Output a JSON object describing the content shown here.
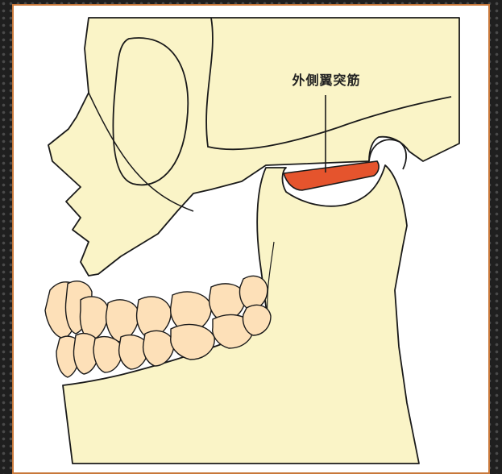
{
  "annotation": {
    "label": "外側翼突筋"
  },
  "colors": {
    "bone": "#faf4c7",
    "tooth": "#fde0b8",
    "muscle": "#e5542d",
    "outline": "#1a1a1a",
    "frame_border": "#c8783a"
  },
  "icons": {
    "skull": "skull-lateral-view",
    "mandible": "mandible-lateral-view",
    "muscle": "lateral-pterygoid-muscle"
  }
}
